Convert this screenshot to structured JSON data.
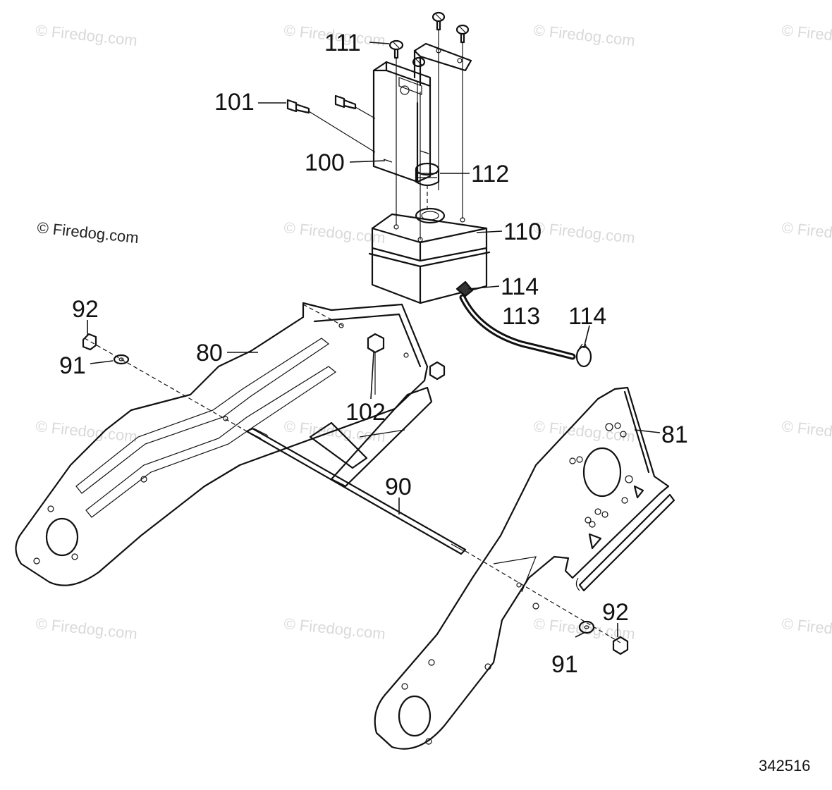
{
  "watermark": "© Firedog.com",
  "drawing_number": "342516",
  "callouts": {
    "c111": "111",
    "c101": "101",
    "c100": "100",
    "c112": "112",
    "c110": "110",
    "c114a": "114",
    "c113": "113",
    "c114b": "114",
    "c92a": "92",
    "c91a": "91",
    "c80": "80",
    "c102": "102",
    "c81": "81",
    "c90": "90",
    "c92b": "92",
    "c91b": "91"
  }
}
